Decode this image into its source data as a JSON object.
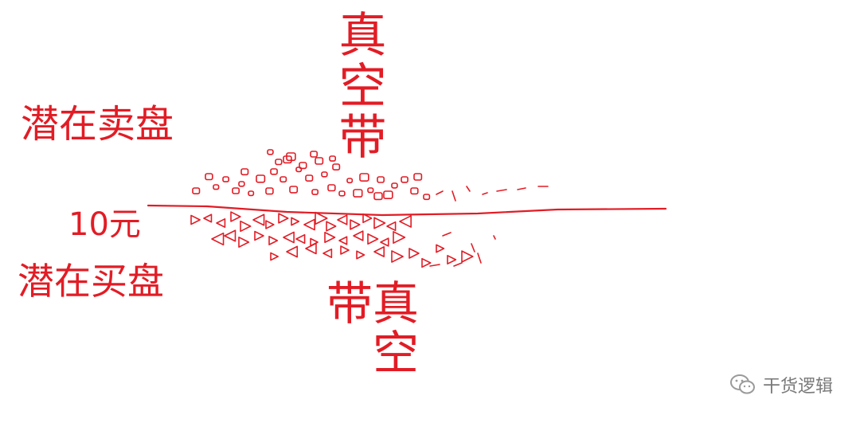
{
  "colors": {
    "ink": "#e21c25",
    "watermark": "#7a7a7a"
  },
  "labels": {
    "potential_sell": "潜在卖盘",
    "price": "10元",
    "potential_buy": "潜在买盘",
    "vacuum_top": "真空带",
    "vacuum_bottom": "真空带"
  },
  "watermark": {
    "text": "干货逻辑",
    "icon": "wechat-icon"
  },
  "marks": {
    "sell_orders": "small-squares",
    "buy_orders": "small-triangles"
  }
}
